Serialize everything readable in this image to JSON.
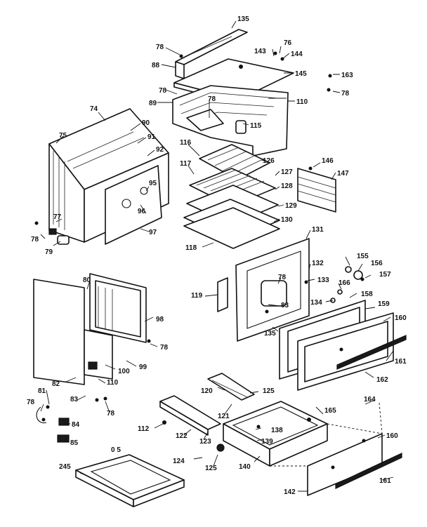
{
  "diagram": {
    "labels": {
      "p135a": "135",
      "p78a": "78",
      "p76": "76",
      "p143": "143",
      "p144": "144",
      "p88": "88",
      "p145": "145",
      "p163": "163",
      "p78b": "78",
      "p78c": "78",
      "p78d": "78",
      "p89": "89",
      "p110a": "110",
      "p115": "115",
      "p74": "74",
      "p75": "75",
      "p90": "90",
      "p91": "91",
      "p92": "92",
      "p116": "116",
      "p126": "126",
      "p146": "146",
      "p147": "147",
      "p117": "117",
      "p127": "127",
      "p128": "128",
      "p95": "95",
      "p96": "96",
      "p129": "129",
      "p77": "77",
      "p130": "130",
      "p78e": "78",
      "p97": "97",
      "p79": "79",
      "p118": "118",
      "p131": "131",
      "p155": "155",
      "p156": "156",
      "p157": "157",
      "p132": "132",
      "p133": "133",
      "p78f": "78",
      "p80": "80",
      "p166": "166",
      "p119": "119",
      "p134": "134",
      "p158": "158",
      "p83a": "83",
      "p159": "159",
      "p160a": "160",
      "p98": "98",
      "p135b": "135",
      "p78g": "78",
      "p99": "99",
      "p161a": "161",
      "p100": "100",
      "p110b": "110",
      "p162": "162",
      "p82": "82",
      "p81": "81",
      "p120": "120",
      "p125a": "125",
      "p83b": "83",
      "p78h": "78",
      "p164": "164",
      "p121": "121",
      "p165": "165",
      "p78i": "78",
      "p84": "84",
      "p112": "112",
      "p122": "122",
      "p123": "123",
      "p138": "138",
      "p160b": "160",
      "p85": "85",
      "p139": "139",
      "p05": "0 5",
      "p124": "124",
      "p125b": "125",
      "p140": "140",
      "p245": "245",
      "p161b": "161",
      "p142": "142"
    }
  }
}
